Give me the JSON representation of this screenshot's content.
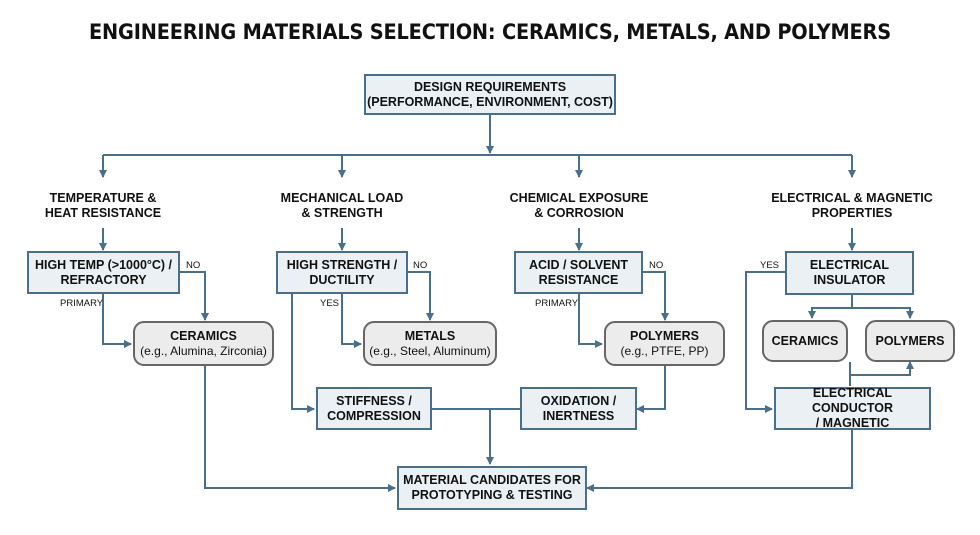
{
  "title": "ENGINEERING MATERIALS SELECTION: CERAMICS, METALS, AND POLYMERS",
  "nodes": {
    "design_req": {
      "line1": "DESIGN REQUIREMENTS",
      "line2": "(PERFORMANCE, ENVIRONMENT, COST)"
    },
    "temp_label": {
      "line1": "TEMPERATURE &",
      "line2": "HEAT RESISTANCE"
    },
    "mech_label": {
      "line1": "MECHANICAL LOAD",
      "line2": "& STRENGTH"
    },
    "chem_label": {
      "line1": "CHEMICAL EXPOSURE",
      "line2": "& CORROSION"
    },
    "elec_label": {
      "line1": "ELECTRICAL & MAGNETIC",
      "line2": "PROPERTIES"
    },
    "high_temp": {
      "line1": "HIGH TEMP (>1000°C) /",
      "line2": "REFRACTORY"
    },
    "high_strength": {
      "line1": "HIGH STRENGTH /",
      "line2": "DUCTILITY"
    },
    "acid": {
      "line1": "ACID / SOLVENT",
      "line2": "RESISTANCE"
    },
    "insulator": {
      "line1": "ELECTRICAL",
      "line2": "INSULATOR"
    },
    "ceramics_main": {
      "line1": "CERAMICS",
      "line2": "(e.g., Alumina, Zirconia)"
    },
    "metals": {
      "line1": "METALS",
      "line2": "(e.g., Steel, Aluminum)"
    },
    "polymers_main": {
      "line1": "POLYMERS",
      "line2": "(e.g., PTFE, PP)"
    },
    "ceramics_e": {
      "line1": "CERAMICS"
    },
    "polymers_e": {
      "line1": "POLYMERS"
    },
    "stiffness": {
      "line1": "STIFFNESS /",
      "line2": "COMPRESSION"
    },
    "oxidation": {
      "line1": "OXIDATION /",
      "line2": "INERTNESS"
    },
    "conductor": {
      "line1": "ELECTRICAL CONDUCTOR",
      "line2": "/ MAGNETIC"
    },
    "candidates": {
      "line1": "MATERIAL CANDIDATES FOR",
      "line2": "PROTOTYPING & TESTING"
    }
  },
  "edge_labels": {
    "no_temp": "NO",
    "primary_temp": "PRIMARY",
    "no_mech": "NO",
    "yes_mech": "YES",
    "no_chem": "NO",
    "primary_chem": "PRIMARY",
    "yes_elec": "YES"
  },
  "colors": {
    "box_border": "#4a6f8a",
    "box_fill": "#eaf0f4",
    "round_border": "#666666",
    "round_fill": "#ececec",
    "line": "#4a6f8a"
  }
}
